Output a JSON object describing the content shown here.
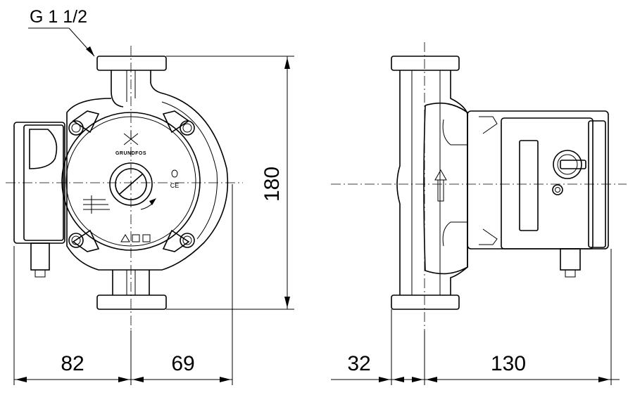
{
  "labels": {
    "thread": "G 1 1/2",
    "height": "180",
    "front_left_width": "82",
    "front_right_width": "69",
    "side_left_width": "32",
    "side_right_width": "130",
    "brand": "GRUNDFOS",
    "ce_mark": "CE"
  },
  "icons": [
    "grundfos-logo-icon",
    "ce-mark-icon",
    "flow-direction-arrow-icon",
    "rotation-arrow-icon",
    "warning-symbols-icon"
  ]
}
